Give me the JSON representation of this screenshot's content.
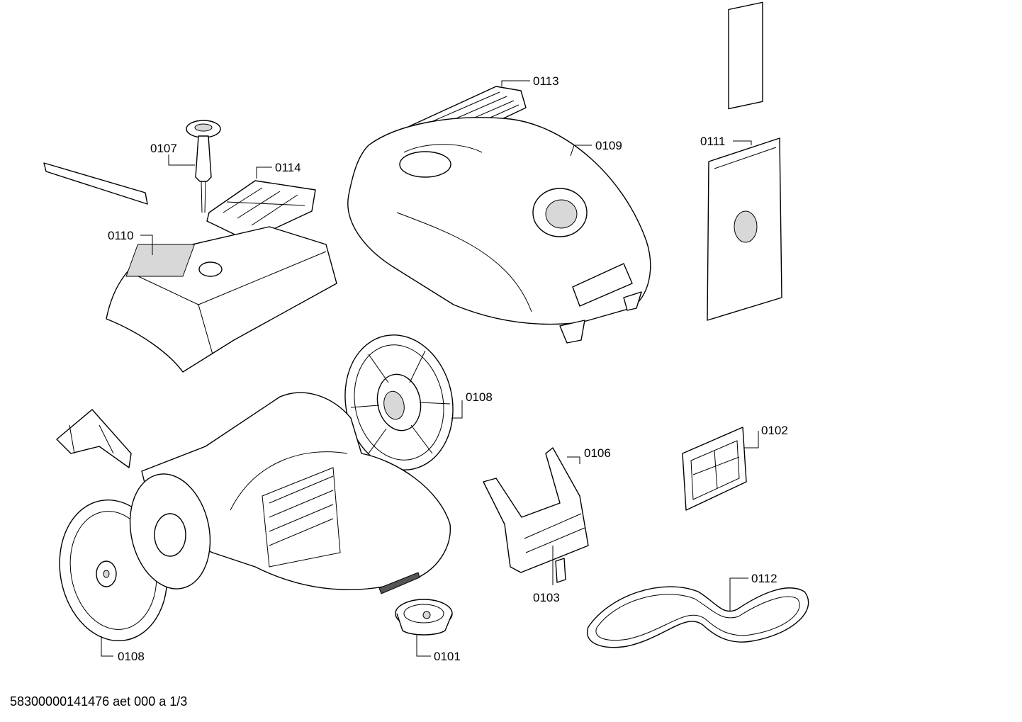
{
  "labels": {
    "p0113": "0113",
    "p0109": "0109",
    "p0111": "0111",
    "p0107": "0107",
    "p0114": "0114",
    "p0110": "0110",
    "p0108_top": "0108",
    "p0102": "0102",
    "p0106": "0106",
    "p0103": "0103",
    "p0112": "0112",
    "p0108_bottom": "0108",
    "p0101": "0101"
  },
  "footer": {
    "drawing_id": "58300000141476 aet 000 a 1/3"
  }
}
